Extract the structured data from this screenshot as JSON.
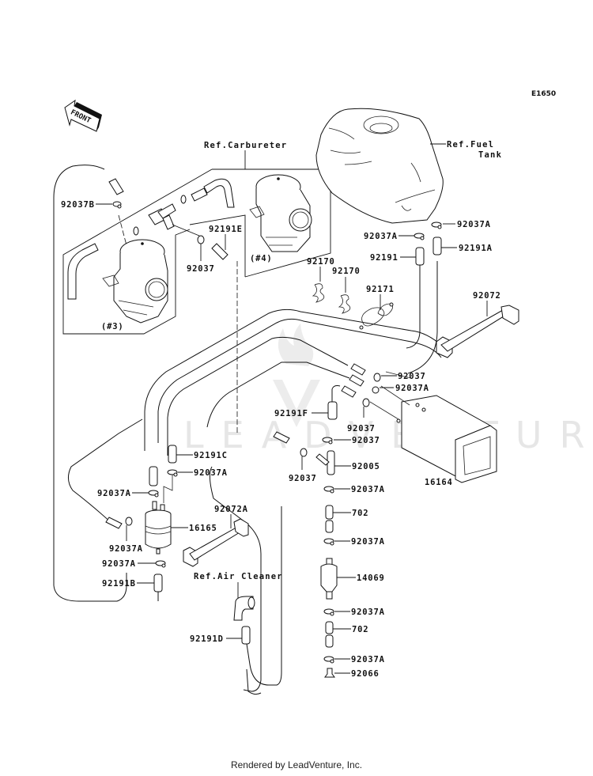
{
  "diagram": {
    "code": "E1650",
    "orientation_label": "FRONT",
    "watermark": "LEADVENTURE",
    "footer": "Rendered by LeadVenture, Inc.",
    "references": {
      "carburetor": "Ref.Carbureter",
      "fuel_tank_line1": "Ref.Fuel",
      "fuel_tank_line2": "Tank",
      "air_cleaner": "Ref.Air Cleaner"
    },
    "carb_tags": {
      "carb3": "(#3)",
      "carb4": "(#4)"
    },
    "parts": [
      {
        "id": "p01",
        "number": "92037B"
      },
      {
        "id": "p02",
        "number": "92191E"
      },
      {
        "id": "p03",
        "number": "92037"
      },
      {
        "id": "p04",
        "number": "92037A"
      },
      {
        "id": "p05",
        "number": "92037A"
      },
      {
        "id": "p06",
        "number": "92191"
      },
      {
        "id": "p07",
        "number": "92191A"
      },
      {
        "id": "p08",
        "number": "92170"
      },
      {
        "id": "p09",
        "number": "92170"
      },
      {
        "id": "p10",
        "number": "92171"
      },
      {
        "id": "p11",
        "number": "92072"
      },
      {
        "id": "p12",
        "number": "92037"
      },
      {
        "id": "p13",
        "number": "92037A"
      },
      {
        "id": "p14",
        "number": "92191F"
      },
      {
        "id": "p15",
        "number": "92037"
      },
      {
        "id": "p16",
        "number": "92037"
      },
      {
        "id": "p17",
        "number": "92191C"
      },
      {
        "id": "p18",
        "number": "92037A"
      },
      {
        "id": "p19",
        "number": "92037"
      },
      {
        "id": "p20",
        "number": "92005"
      },
      {
        "id": "p21",
        "number": "16164"
      },
      {
        "id": "p22",
        "number": "92037A"
      },
      {
        "id": "p23",
        "number": "92037A"
      },
      {
        "id": "p24",
        "number": "92072A"
      },
      {
        "id": "p25",
        "number": "16165"
      },
      {
        "id": "p26",
        "number": "702"
      },
      {
        "id": "p27",
        "number": "92037A"
      },
      {
        "id": "p28",
        "number": "92037A"
      },
      {
        "id": "p29",
        "number": "92037A"
      },
      {
        "id": "p30",
        "number": "92191B"
      },
      {
        "id": "p31",
        "number": "14069"
      },
      {
        "id": "p32",
        "number": "92037A"
      },
      {
        "id": "p33",
        "number": "92191D"
      },
      {
        "id": "p34",
        "number": "702"
      },
      {
        "id": "p35",
        "number": "92037A"
      },
      {
        "id": "p36",
        "number": "92066"
      }
    ]
  }
}
